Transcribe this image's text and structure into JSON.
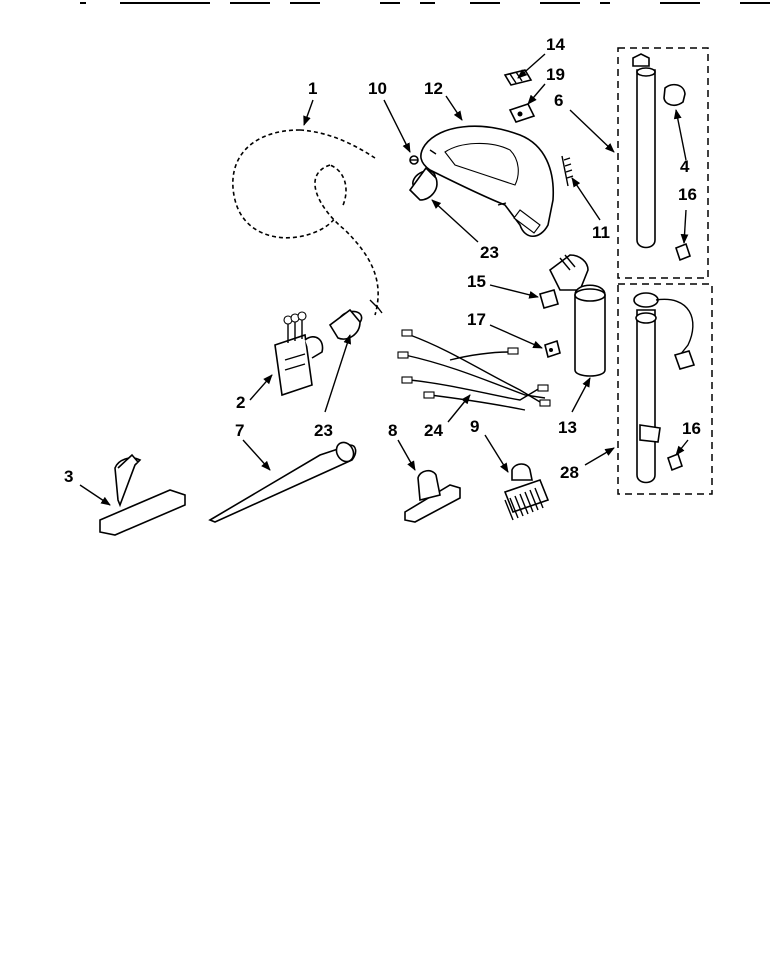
{
  "labels": {
    "p1": "1",
    "p2": "2",
    "p3": "3",
    "p4": "4",
    "p6": "6",
    "p7": "7",
    "p8": "8",
    "p9": "9",
    "p10": "10",
    "p11": "11",
    "p12": "12",
    "p13": "13",
    "p14": "14",
    "p15": "15",
    "p16a": "16",
    "p16b": "16",
    "p17": "17",
    "p19": "19",
    "p23a": "23",
    "p23b": "23",
    "p24": "24",
    "p28": "28"
  }
}
